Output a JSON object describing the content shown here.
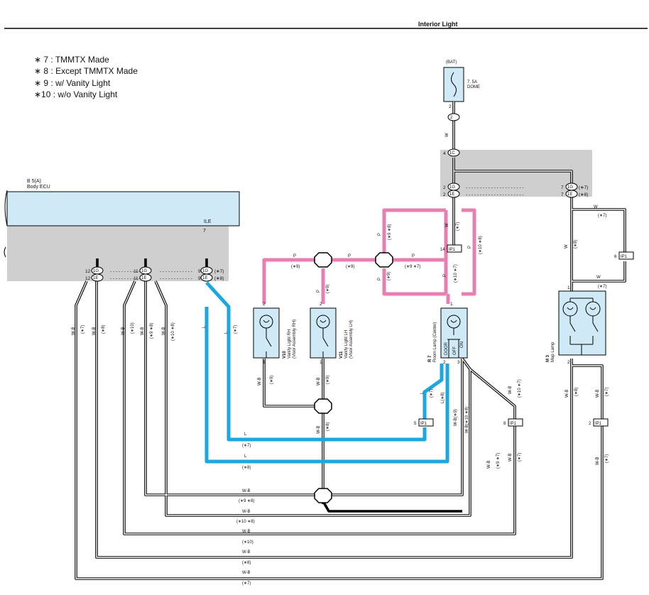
{
  "header": {
    "title": "Interior Light"
  },
  "legend": [
    "∗ 7 : TMMTX Made",
    "∗ 8 : Except TMMTX Made",
    "∗ 9 : w/ Vanity Light",
    "∗10 : w/o Vanity Light"
  ],
  "fuse": {
    "bat": "(BAT)",
    "name": "7. 5A",
    "name2": "DOME",
    "pin": "2",
    "wire": "W"
  },
  "junction": {
    "pin_in": "4",
    "con_in": "1C",
    "pins_left": [
      "2",
      "2"
    ],
    "cons": [
      "1G",
      "1E"
    ],
    "pins_right": [
      "7",
      "7"
    ],
    "notes": [
      "(∗7)",
      "(∗8)"
    ]
  },
  "ecu": {
    "code": "B 5(A)",
    "name": "Body ECU",
    "terminal": "ILE",
    "terminal_pin": "7",
    "pins": [
      "12",
      "12",
      "11",
      "11",
      "9",
      "9"
    ],
    "cons": [
      "1G",
      "1E"
    ],
    "notes": [
      "(∗7)",
      "(∗8)"
    ]
  },
  "connectors": {
    "ip1": "IP1"
  },
  "components": {
    "v10": {
      "code": "V10",
      "name": "Vanity Light RH",
      "sub": "(Visor Assembly RH)",
      "pin_top": "2",
      "pin_bot": "1"
    },
    "v11": {
      "code": "V11",
      "name": "Vanity Light LH",
      "sub": "(Visor Assembly LH)",
      "pin_top": "2",
      "pin_bot": "1"
    },
    "r7": {
      "code": "R 7",
      "name": "Room Lamp (Center)",
      "door": "DOOR",
      "off": "OFF",
      "on": "ON",
      "pin_top": "1",
      "pin_b1": "2",
      "pin_b2": "3"
    },
    "m3": {
      "code": "M 3",
      "name": "Map Lamp",
      "pin_top": "1",
      "pin_bot": "2"
    }
  },
  "wires": {
    "P": "P",
    "W": "W",
    "L": "L",
    "WB": "W-B",
    "n7": "(∗7)",
    "n8": "(∗8)",
    "n9": "(∗9)",
    "n10": "(∗10)",
    "n9n8": "(∗9 ∗8)",
    "n10n8": "(∗10 ∗8)",
    "n9n7": "(∗9 ∗7)",
    "n10n7": "(∗10 ∗7)",
    "wb9": "W-B(∗9)",
    "wb10n8": "W-B(∗10 ∗8)",
    "l8": "L(∗8)"
  },
  "pins": {
    "p14": "14",
    "p6": "6",
    "p5": "5",
    "p8": "8",
    "p2": "2"
  },
  "colors": {
    "pink": "#e97fb1",
    "blue": "#1ba7e0",
    "box": "#cfcfcf",
    "ecu": "#cfeaf6",
    "comp": "#cfeaf6"
  }
}
